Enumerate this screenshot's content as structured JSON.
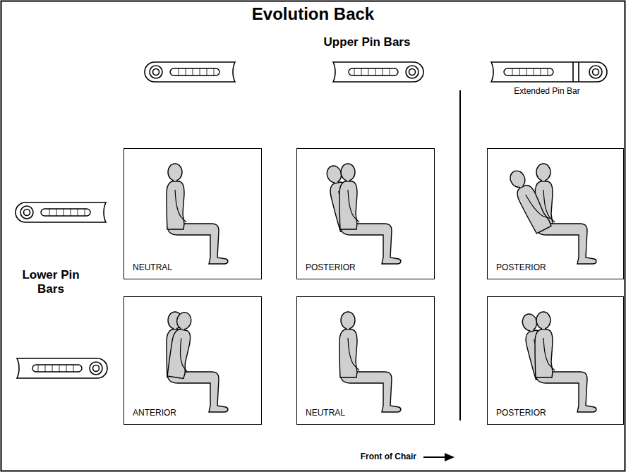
{
  "diagram": {
    "title": "Evolution Back",
    "nodes": [
      {
        "text": [
          "NEUTRAL"
        ]
      },
      {
        "text": [
          "POSTERIOR"
        ]
      },
      {
        "text": [
          "POSTERIOR"
        ]
      },
      {
        "text": [
          "ANTERIOR"
        ]
      },
      {
        "text": [
          "NEUTRAL"
        ]
      },
      {
        "text": [
          "POSTERIOR"
        ]
      }
    ],
    "labels": [
      "Upper Pin Bars",
      "Extended Pin Bar",
      "Lower Pin Bars",
      "Front of Chair"
    ]
  }
}
